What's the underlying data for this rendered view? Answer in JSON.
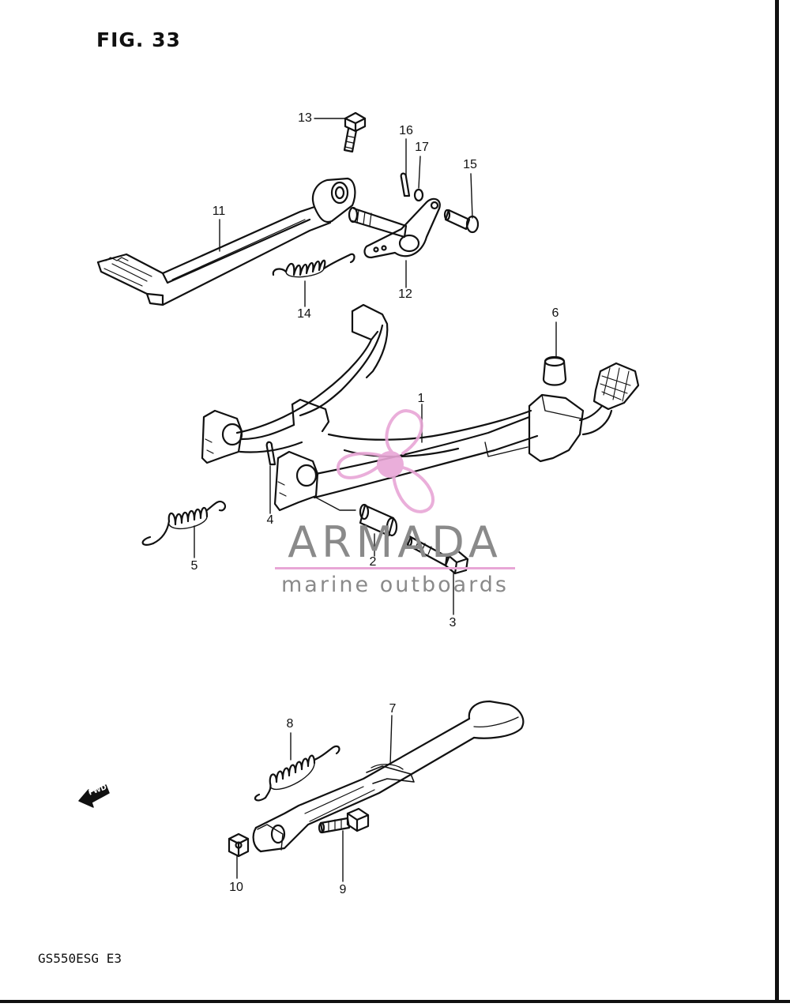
{
  "figure": {
    "title": "FIG. 33",
    "model_code": "GS550ESG  E3"
  },
  "callouts": [
    "1",
    "2",
    "3",
    "4",
    "5",
    "6",
    "7",
    "8",
    "9",
    "10",
    "11",
    "12",
    "13",
    "14",
    "15",
    "16",
    "17"
  ],
  "watermark": {
    "name": "ARMADA",
    "tagline": "marine outboards",
    "accent_color": "#e8a6d6",
    "text_color": "#8a8a8a"
  },
  "direction_marker": {
    "label": "FWD",
    "icon": "arrow-left-icon"
  },
  "colors": {
    "line": "#111111",
    "background": "#ffffff"
  }
}
